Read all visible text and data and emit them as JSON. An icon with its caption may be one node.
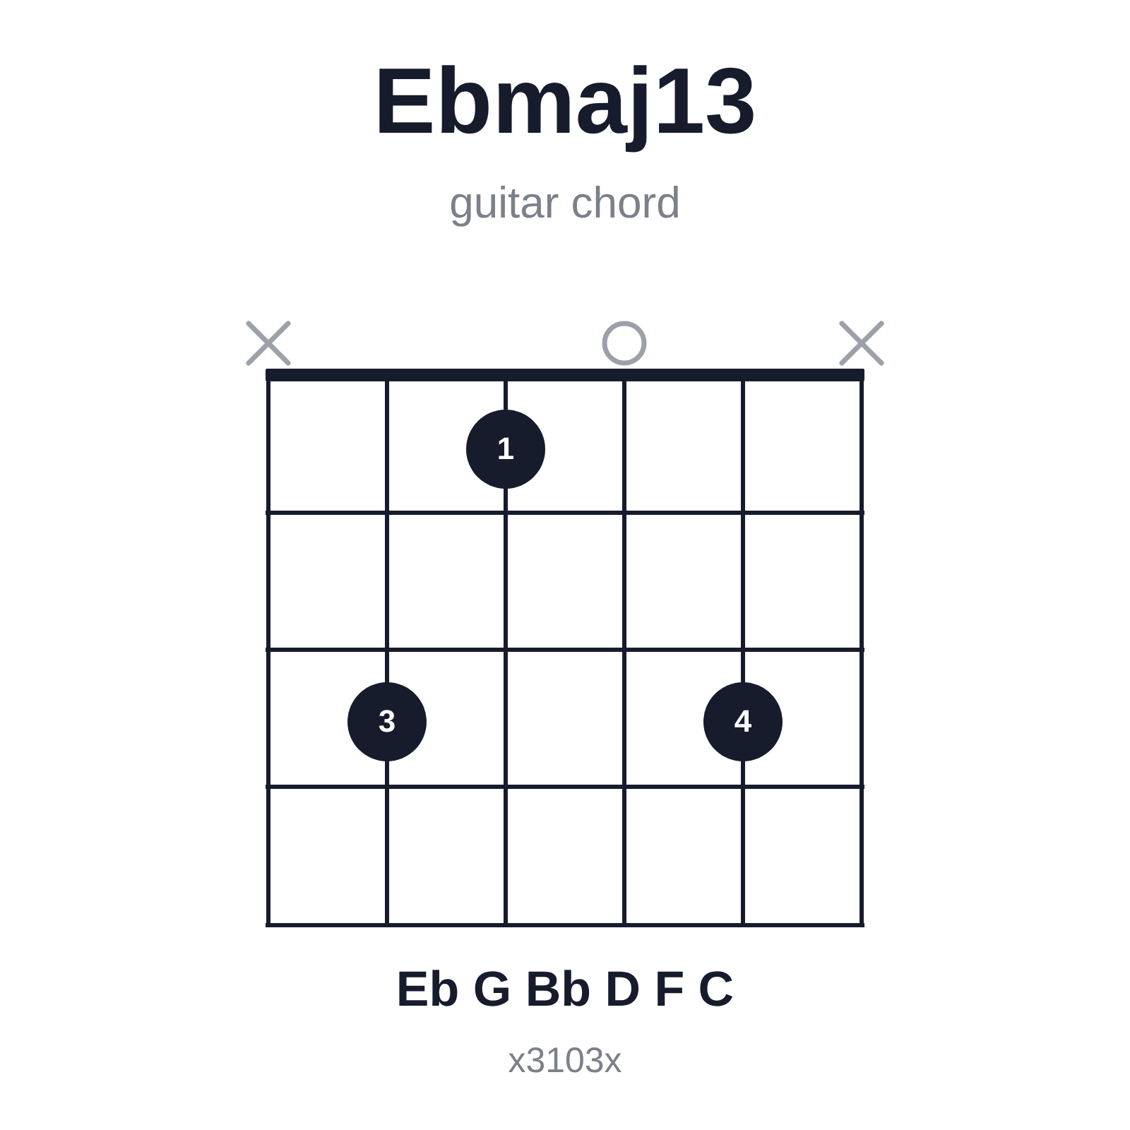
{
  "diagram": {
    "title": "Ebmaj13",
    "caption": "guitar chord",
    "nodes": [
      {
        "text": [
          "1"
        ]
      },
      {
        "text": [
          "3"
        ]
      },
      {
        "text": [
          "4"
        ]
      }
    ],
    "labels": [
      "Eb G Bb D F C",
      "x3103x"
    ]
  }
}
